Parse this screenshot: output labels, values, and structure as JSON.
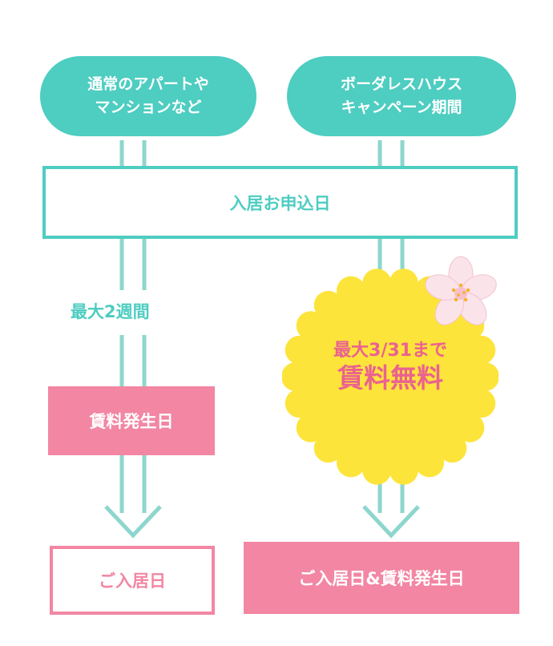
{
  "top_left_pill": {
    "line1": "通常のアパートや",
    "line2": "マンションなど"
  },
  "top_right_pill": {
    "line1": "ボーダレスハウス",
    "line2": "キャンペーン期間"
  },
  "application_box": "入居お申込日",
  "left_duration": "最大2週間",
  "left_rent_start": "賃料発生日",
  "left_move_in": "ご入居日",
  "badge": {
    "line1": "最大3/31まで",
    "line2": "賃料無料"
  },
  "right_move_in": "ご入居日&賃料発生日",
  "colors": {
    "teal": "#4ecdc1",
    "pink": "#f286a3",
    "yellow": "#fde43a",
    "pink_text": "#ea6290"
  }
}
